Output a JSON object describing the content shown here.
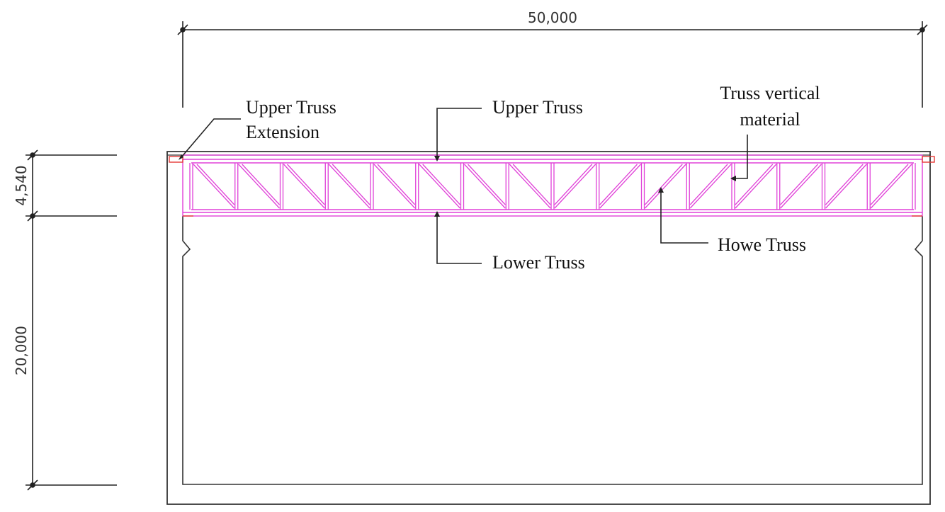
{
  "dimensions": {
    "span": "50,000",
    "truss_depth": "4,540",
    "wall_height": "20,000"
  },
  "labels": {
    "upper_truss_extension_line1": "Upper Truss",
    "upper_truss_extension_line2": "Extension",
    "upper_truss": "Upper Truss",
    "truss_vertical_line1": "Truss vertical",
    "truss_vertical_line2": "material",
    "howe_truss": "Howe Truss",
    "lower_truss": "Lower Truss"
  },
  "colors": {
    "truss": "#e040d8",
    "extension": "#e53935",
    "lines": "#222222"
  },
  "truss_panels": 16
}
